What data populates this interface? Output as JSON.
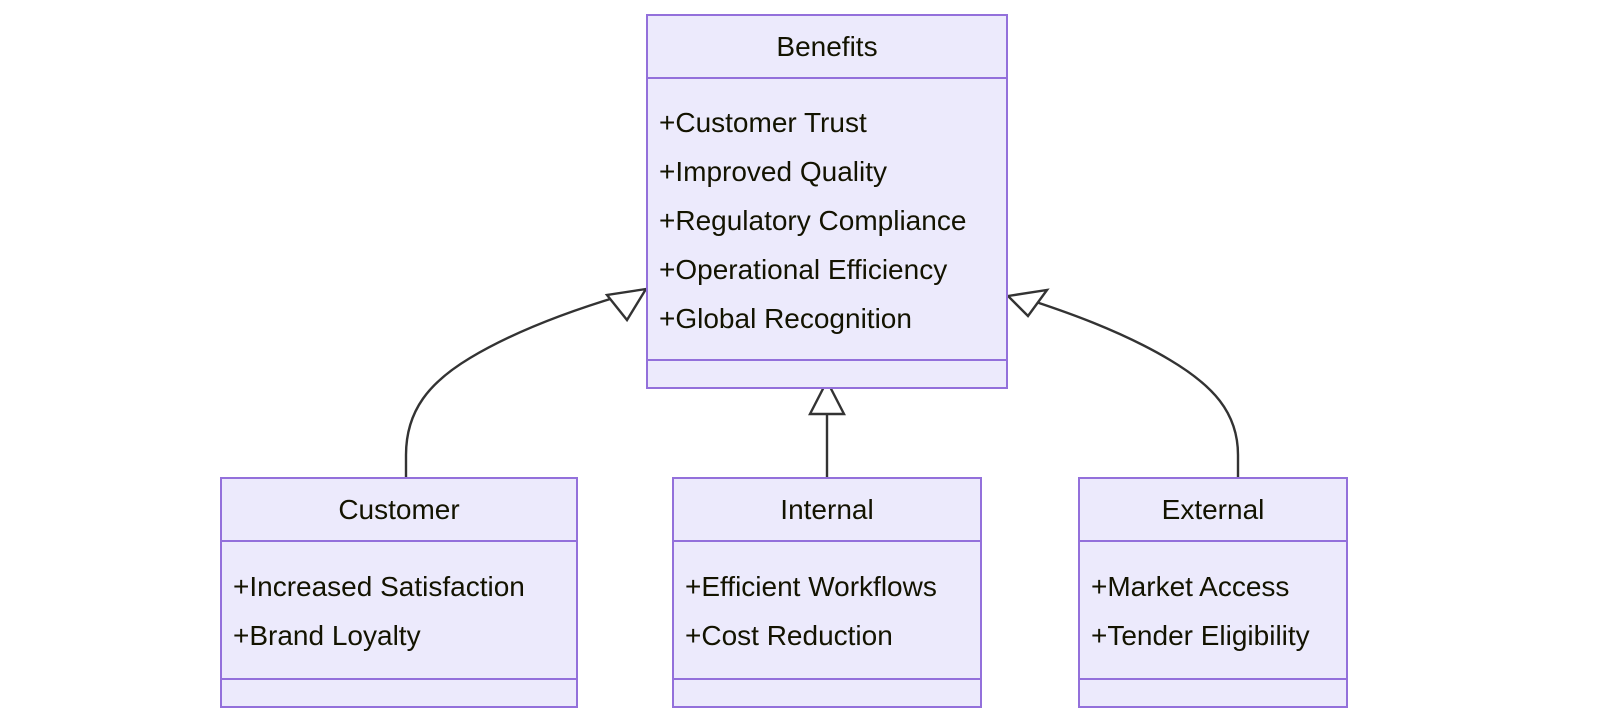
{
  "diagram": {
    "type": "uml-class-diagram",
    "background_color": "#FFFFFF",
    "node_fill": "#ECEAFC",
    "node_border": "#9370DB",
    "text_color": "#131300",
    "edge_color": "#333333",
    "relationship": "inheritance"
  },
  "classes": {
    "benefits": {
      "name": "Benefits",
      "attributes": [
        "+Customer Trust",
        "+Improved Quality",
        "+Regulatory Compliance",
        "+Operational Efficiency",
        "+Global Recognition"
      ],
      "methods": []
    },
    "customer": {
      "name": "Customer",
      "attributes": [
        "+Increased Satisfaction",
        "+Brand Loyalty"
      ],
      "methods": []
    },
    "internal": {
      "name": "Internal",
      "attributes": [
        "+Efficient Workflows",
        "+Cost Reduction"
      ],
      "methods": []
    },
    "external": {
      "name": "External",
      "attributes": [
        "+Market Access",
        "+Tender Eligibility"
      ],
      "methods": []
    }
  },
  "edges": [
    {
      "from": "customer",
      "to": "benefits",
      "arrow": "hollow-triangle"
    },
    {
      "from": "internal",
      "to": "benefits",
      "arrow": "hollow-triangle"
    },
    {
      "from": "external",
      "to": "benefits",
      "arrow": "hollow-triangle"
    }
  ]
}
